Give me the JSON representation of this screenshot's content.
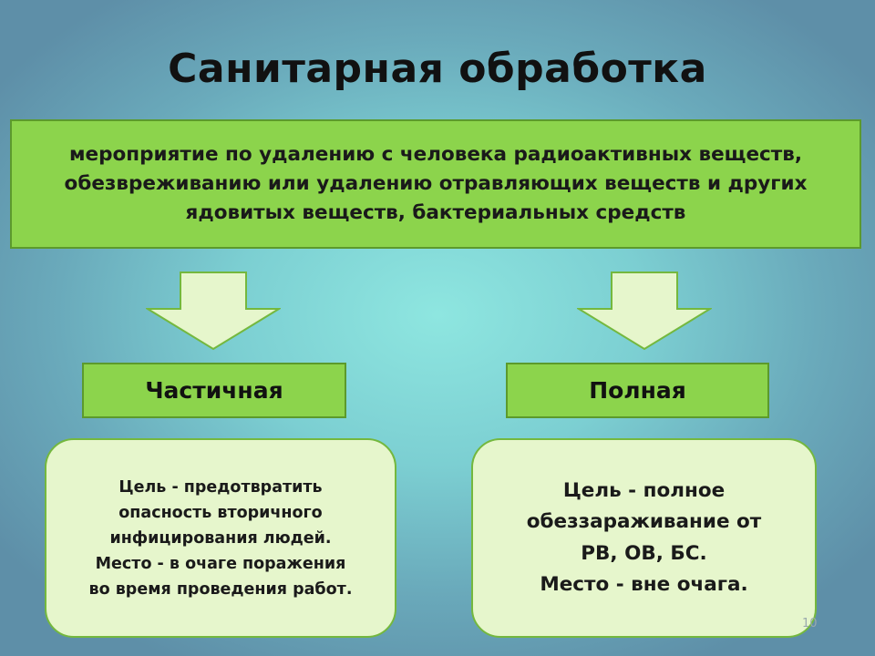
{
  "title": "Санитарная обработка",
  "definition": {
    "lines": [
      "мероприятие по удалению с человека радиоактивных веществ,",
      "обезвреживанию или удалению отравляющих веществ и других",
      "ядовитых веществ, бактериальных средств"
    ]
  },
  "partial": {
    "label": "Частичная",
    "lines": [
      "Цель - предотвратить",
      "опасность вторичного",
      "инфицирования людей.",
      "Место -  в очаге поражения",
      "во время проведения работ."
    ]
  },
  "full": {
    "label": "Полная",
    "lines": [
      "Цель - полное",
      "обеззараживание от",
      "РВ, ОВ, БС.",
      "Место - вне очага."
    ]
  },
  "page_number": "10",
  "colors": {
    "box_green": "#8cd44c",
    "box_border": "#5c9a2c",
    "goal_fill": "#e6f6cc",
    "arrow_fill": "#e6f6cc",
    "arrow_stroke": "#74b83e"
  }
}
